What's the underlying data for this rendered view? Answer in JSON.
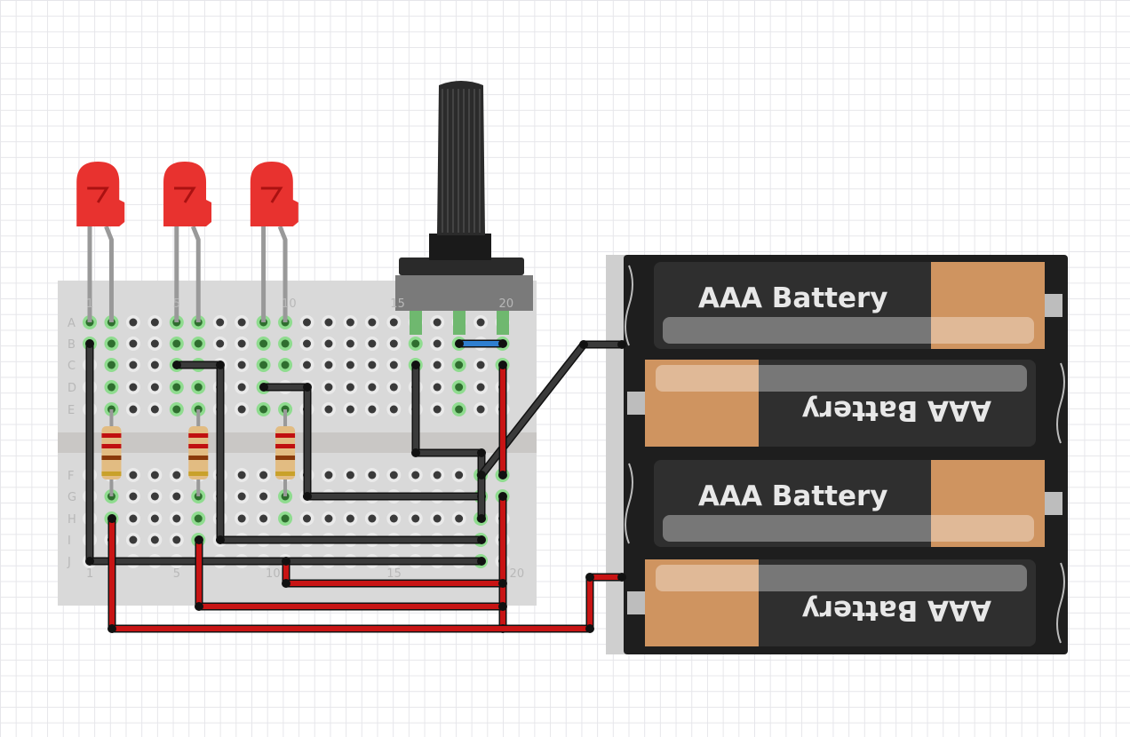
{
  "breadboard": {
    "row_labels": [
      "A",
      "B",
      "C",
      "D",
      "E",
      "F",
      "G",
      "H",
      "I",
      "J"
    ],
    "column_labels": [
      "1",
      "5",
      "10",
      "15",
      "20"
    ]
  },
  "battery_pack": {
    "cells": [
      {
        "label": "AAA Battery",
        "orientation": "normal"
      },
      {
        "label": "AAA Battery",
        "orientation": "flipped"
      },
      {
        "label": "AAA Battery",
        "orientation": "normal"
      },
      {
        "label": "AAA Battery",
        "orientation": "flipped"
      }
    ]
  },
  "components": {
    "leds": [
      {
        "color": "#e8322f"
      },
      {
        "color": "#e8322f"
      },
      {
        "color": "#e8322f"
      }
    ],
    "resistors": 3,
    "potentiometer": 1
  },
  "colors": {
    "wire_black": "#3a3a3a",
    "wire_red": "#c81414",
    "wire_blue": "#2f7fd0",
    "connected_hole": "#6fcf6f"
  }
}
